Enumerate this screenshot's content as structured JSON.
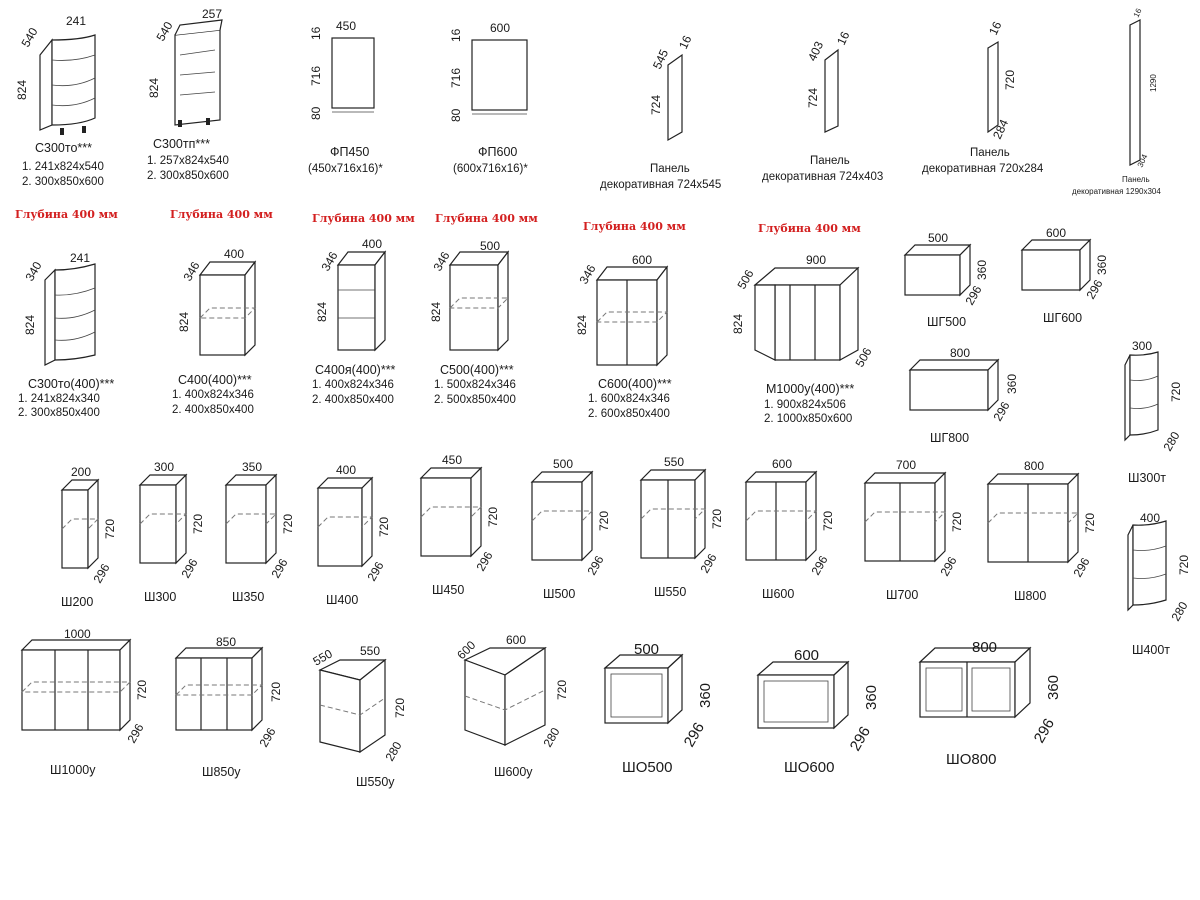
{
  "row1": {
    "c300to": {
      "name": "С300то***",
      "d1": "1. 241х824х540",
      "d2": "2. 300х850х600",
      "dims": [
        "540",
        "241",
        "824"
      ]
    },
    "c300tp": {
      "name": "С300тп***",
      "d1": "1. 257х824х540",
      "d2": "2. 300х850х600",
      "dims": [
        "540",
        "257",
        "824"
      ]
    },
    "fp450": {
      "name": "ФП450",
      "d1": "(450х716х16)*",
      "dims": [
        "16",
        "450",
        "716",
        "80"
      ]
    },
    "fp600": {
      "name": "ФП600",
      "d1": "(600х716х16)*",
      "dims": [
        "16",
        "600",
        "716",
        "80"
      ]
    },
    "p724545": {
      "l1": "Панель",
      "l2": "декоративная 724х545",
      "dims": [
        "545",
        "16",
        "724"
      ]
    },
    "p724403": {
      "l1": "Панель",
      "l2": "декоративная 724х403",
      "dims": [
        "403",
        "16",
        "724"
      ]
    },
    "p720284": {
      "l1": "Панель",
      "l2": "декоративная 720х284",
      "dims": [
        "16",
        "720",
        "284"
      ]
    },
    "p1290304": {
      "l1": "Панель",
      "l2": "декоративная 1290х304",
      "dims": [
        "16",
        "1290",
        "304"
      ]
    }
  },
  "red_label": "Глубина 400 мм",
  "row2": {
    "c300to400": {
      "name": "С300то(400)***",
      "d1": "1. 241х824х340",
      "d2": "2. 300х850х400",
      "dims": [
        "340",
        "241",
        "824"
      ]
    },
    "c400": {
      "name": "С400(400)***",
      "d1": "1. 400х824х346",
      "d2": "2. 400х850х400",
      "dims": [
        "346",
        "400",
        "824"
      ]
    },
    "c400ya": {
      "name": "С400я(400)***",
      "d1": "1. 400х824х346",
      "d2": "2. 400х850х400",
      "dims": [
        "346",
        "400",
        "824"
      ]
    },
    "c500": {
      "name": "С500(400)***",
      "d1": "1. 500х824х346",
      "d2": "2. 500х850х400",
      "dims": [
        "346",
        "500",
        "824"
      ]
    },
    "c600": {
      "name": "С600(400)***",
      "d1": "1. 600х824х346",
      "d2": "2. 600х850х400",
      "dims": [
        "346",
        "600",
        "824"
      ]
    },
    "m1000": {
      "name": "М1000у(400)***",
      "d1": "1. 900х824х506",
      "d2": "2. 1000х850х600",
      "dims": [
        "506",
        "900",
        "824",
        "506"
      ]
    },
    "shg500": {
      "name": "ШГ500",
      "dims": [
        "500",
        "360",
        "296"
      ]
    },
    "shg600": {
      "name": "ШГ600",
      "dims": [
        "600",
        "360",
        "296"
      ]
    },
    "shg800": {
      "name": "ШГ800",
      "dims": [
        "800",
        "360",
        "296"
      ]
    },
    "sh300t": {
      "name": "Ш300т",
      "dims": [
        "300",
        "720",
        "280"
      ]
    }
  },
  "row3": {
    "sh200": {
      "name": "Ш200",
      "w": "200"
    },
    "sh300": {
      "name": "Ш300",
      "w": "300"
    },
    "sh350": {
      "name": "Ш350",
      "w": "350"
    },
    "sh400": {
      "name": "Ш400",
      "w": "400"
    },
    "sh450": {
      "name": "Ш450",
      "w": "450"
    },
    "sh500": {
      "name": "Ш500",
      "w": "500"
    },
    "sh550": {
      "name": "Ш550",
      "w": "550"
    },
    "sh600": {
      "name": "Ш600",
      "w": "600"
    },
    "sh700": {
      "name": "Ш700",
      "w": "700"
    },
    "sh800": {
      "name": "Ш800",
      "w": "800"
    },
    "h": "720",
    "d": "296",
    "sh400t": {
      "name": "Ш400т",
      "dims": [
        "400",
        "720",
        "280"
      ]
    }
  },
  "row4": {
    "sh1000u": {
      "name": "Ш1000у",
      "dims": [
        "1000",
        "720",
        "296"
      ]
    },
    "sh850u": {
      "name": "Ш850у",
      "dims": [
        "850",
        "720",
        "296"
      ]
    },
    "sh550u": {
      "name": "Ш550у",
      "dims": [
        "550",
        "550",
        "720",
        "280"
      ]
    },
    "sh600u": {
      "name": "Ш600у",
      "dims": [
        "600",
        "600",
        "720",
        "280"
      ]
    },
    "sho500": {
      "name": "ШО500",
      "dims": [
        "500",
        "360",
        "296"
      ]
    },
    "sho600": {
      "name": "ШО600",
      "dims": [
        "600",
        "360",
        "296"
      ]
    },
    "sho800": {
      "name": "ШО800",
      "dims": [
        "800",
        "360",
        "296"
      ]
    }
  }
}
